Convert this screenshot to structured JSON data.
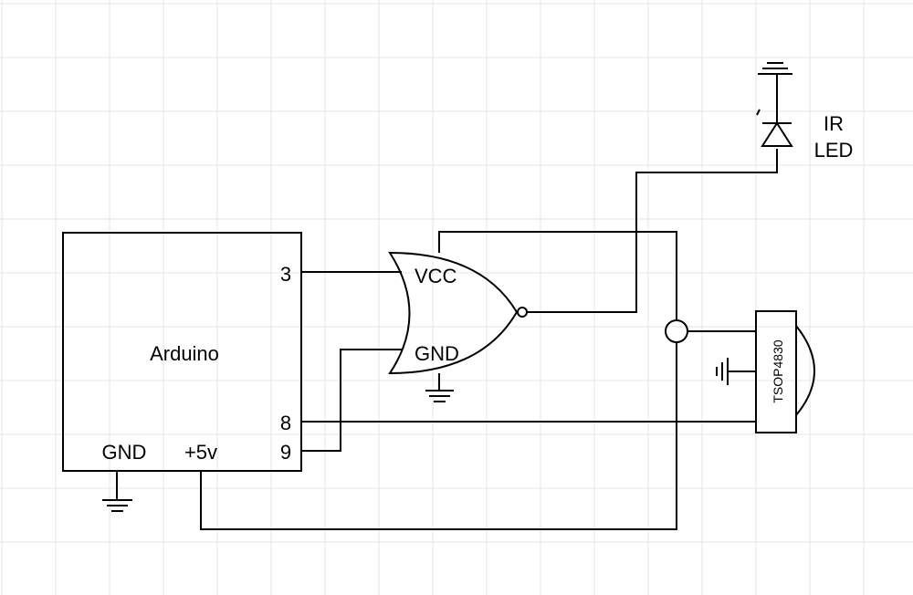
{
  "arduino": {
    "label": "Arduino",
    "pin_3": "3",
    "pin_8": "8",
    "pin_9": "9",
    "pin_gnd": "GND",
    "pin_5v": "+5v"
  },
  "gate": {
    "vcc_label": "VCC",
    "gnd_label": "GND"
  },
  "ir_led": {
    "label_line1": "IR",
    "label_line2": "LED"
  },
  "receiver": {
    "label": "TSOP4830"
  },
  "colors": {
    "line": "#000000",
    "grid": "#e4e4e4",
    "background": "#ffffff"
  }
}
